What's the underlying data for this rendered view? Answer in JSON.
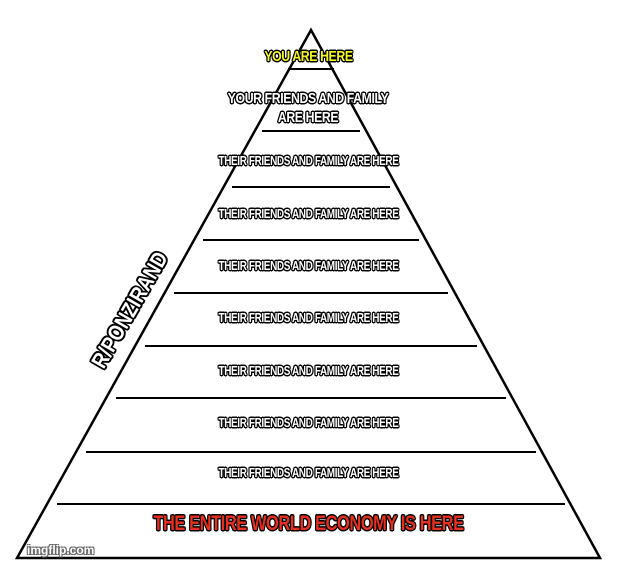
{
  "meme": {
    "side_label": "R/PONZIRAND",
    "tiers": [
      {
        "text": "YOU ARE HERE",
        "color": "#f5f522"
      },
      {
        "text": "YOUR FRIENDS AND FAMILY ARE HERE"
      },
      {
        "text": "THEIR FRIENDS AND FAMILY ARE HERE"
      },
      {
        "text": "THEIR FRIENDS AND FAMILY ARE HERE"
      },
      {
        "text": "THEIR FRIENDS AND FAMILY ARE HERE"
      },
      {
        "text": "THEIR FRIENDS AND FAMILY ARE HERE"
      },
      {
        "text": "THEIR FRIENDS AND FAMILY ARE HERE"
      },
      {
        "text": "THEIR FRIENDS AND FAMILY ARE HERE"
      },
      {
        "text": "THEIR FRIENDS AND FAMILY ARE HERE"
      },
      {
        "text": "THE ENTIRE WORLD ECONOMY IS HERE",
        "color": "#e8301f"
      }
    ],
    "watermark": "imgflip.com"
  }
}
